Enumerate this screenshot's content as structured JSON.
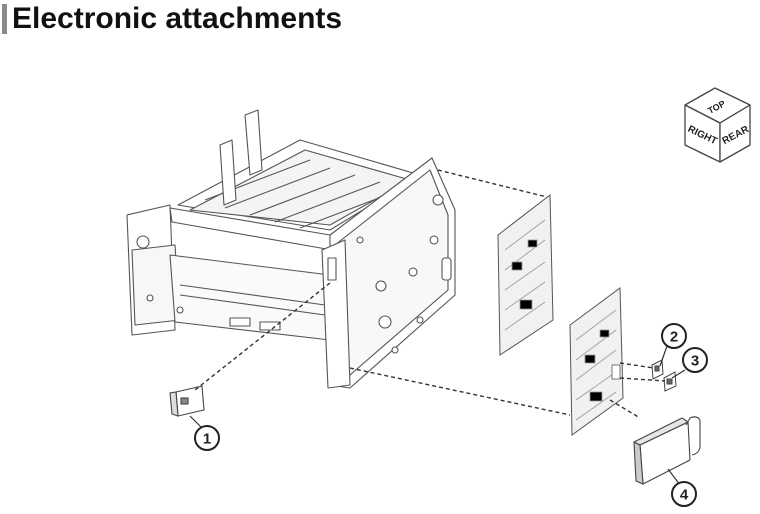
{
  "page": {
    "title": "Electronic attachments"
  },
  "orientation_cube": {
    "top": "TOP",
    "right": "RIGHT",
    "rear": "REAR"
  },
  "callouts": [
    {
      "number": "1"
    },
    {
      "number": "2"
    },
    {
      "number": "3"
    },
    {
      "number": "4"
    }
  ],
  "colors": {
    "line": "#555555",
    "accent": "#8a8a8a",
    "title": "#111111"
  }
}
